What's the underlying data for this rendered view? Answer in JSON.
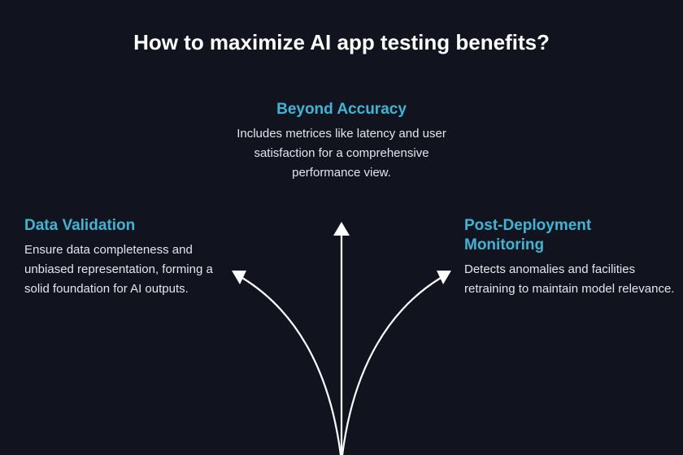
{
  "title": "How to maximize AI app testing benefits?",
  "items": [
    {
      "heading": "Beyond Accuracy",
      "text": "Includes metrices like latency and user satisfaction for a comprehensive performance view."
    },
    {
      "heading": "Data Validation",
      "text": "Ensure data completeness and unbiased representation, forming a solid foundation for AI outputs."
    },
    {
      "heading": "Post-Deployment Monitoring",
      "text": "Detects anomalies and facilities retraining to maintain model relevance."
    }
  ],
  "colors": {
    "background": "#11141f",
    "accent": "#3db6d6",
    "arrow": "#ffffff"
  }
}
